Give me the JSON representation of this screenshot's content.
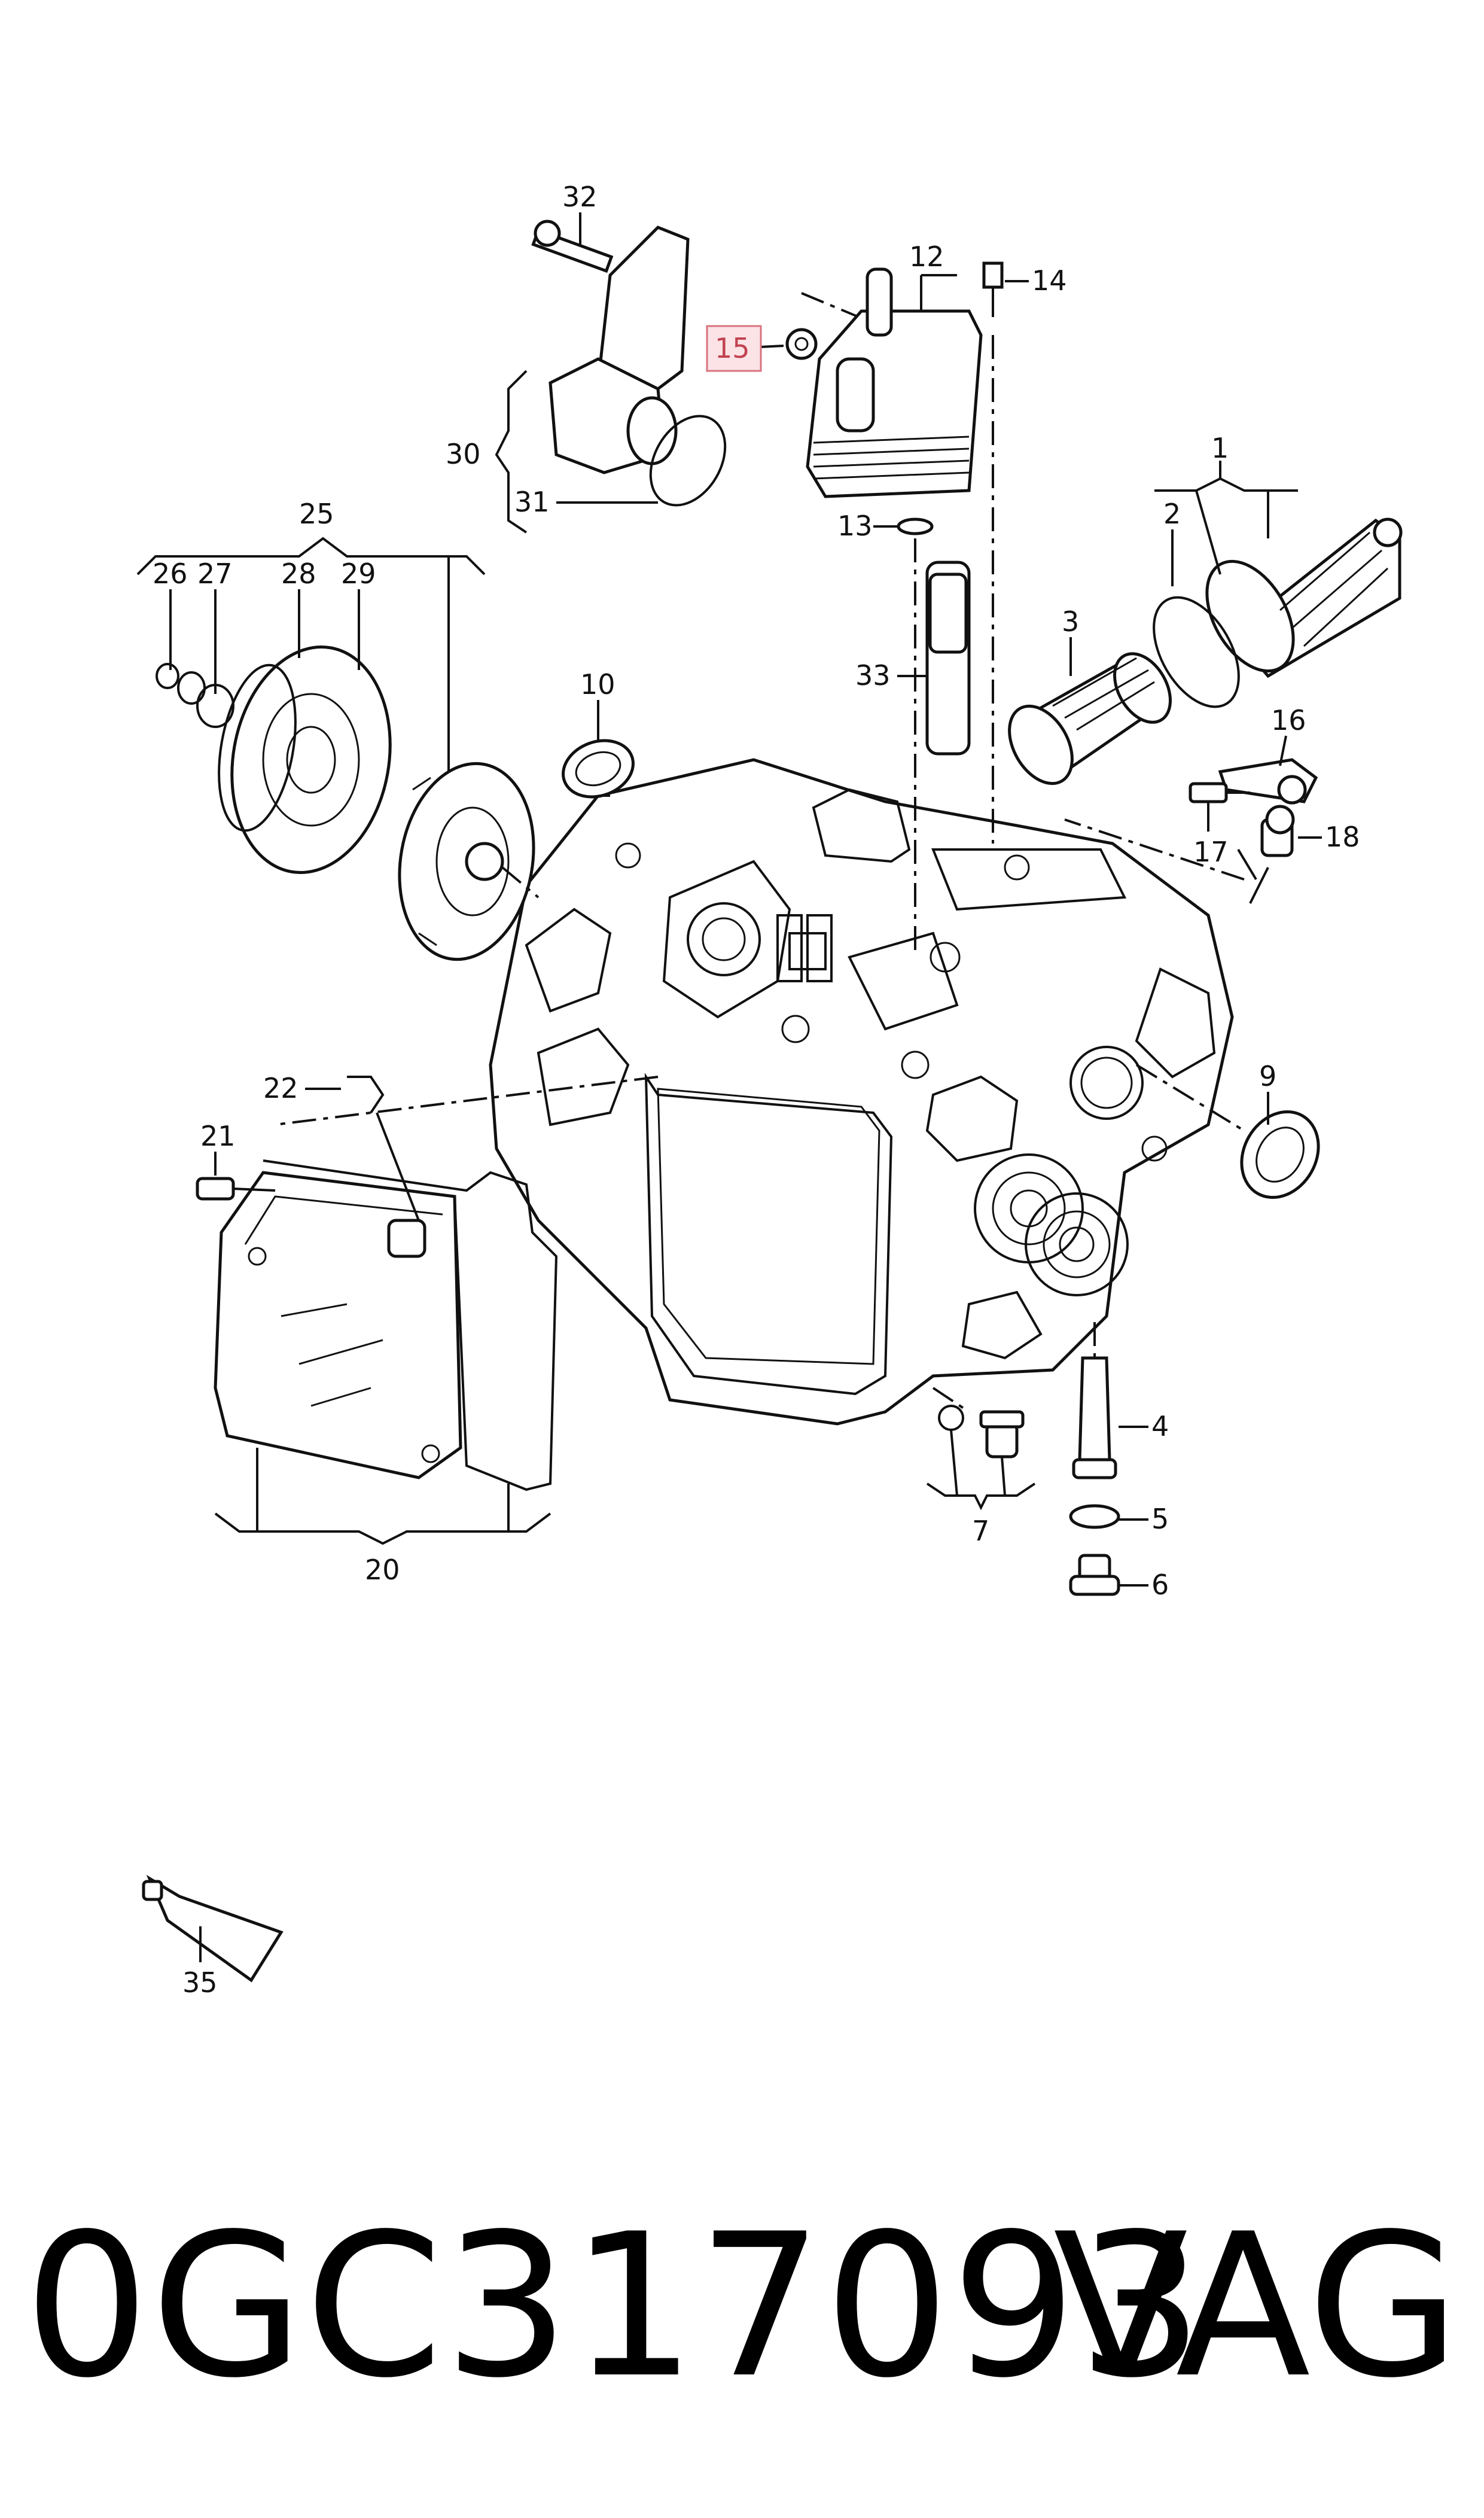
{
  "callouts": [
    {
      "id": "1",
      "label": "1"
    },
    {
      "id": "2",
      "label": "2"
    },
    {
      "id": "3",
      "label": "3"
    },
    {
      "id": "4",
      "label": "4"
    },
    {
      "id": "5",
      "label": "5"
    },
    {
      "id": "6",
      "label": "6"
    },
    {
      "id": "7",
      "label": "7"
    },
    {
      "id": "9",
      "label": "9"
    },
    {
      "id": "10",
      "label": "10"
    },
    {
      "id": "12",
      "label": "12"
    },
    {
      "id": "13",
      "label": "13"
    },
    {
      "id": "14",
      "label": "14"
    },
    {
      "id": "15",
      "label": "15",
      "highlighted": true
    },
    {
      "id": "16",
      "label": "16"
    },
    {
      "id": "17",
      "label": "17"
    },
    {
      "id": "18",
      "label": "18"
    },
    {
      "id": "20",
      "label": "20"
    },
    {
      "id": "21",
      "label": "21"
    },
    {
      "id": "22",
      "label": "22"
    },
    {
      "id": "25",
      "label": "25"
    },
    {
      "id": "26",
      "label": "26"
    },
    {
      "id": "27",
      "label": "27"
    },
    {
      "id": "28",
      "label": "28"
    },
    {
      "id": "29",
      "label": "29"
    },
    {
      "id": "30",
      "label": "30"
    },
    {
      "id": "31",
      "label": "31"
    },
    {
      "id": "32",
      "label": "32"
    },
    {
      "id": "33",
      "label": "33"
    },
    {
      "id": "35",
      "label": "35"
    }
  ],
  "footer": {
    "part_number": "0GC317093",
    "brand": "VAG"
  },
  "colors": {
    "highlight_fill": "#fbe3e6",
    "highlight_stroke": "#d9737f",
    "highlight_text": "#c2414f"
  }
}
